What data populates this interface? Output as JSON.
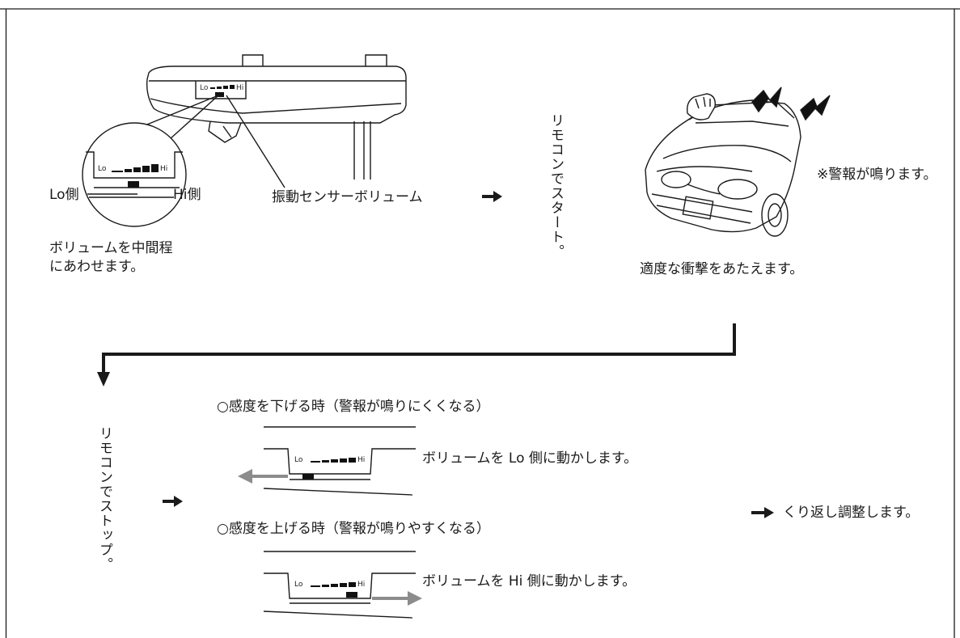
{
  "step1": {
    "sensor_label": "振動センサーボリューム",
    "lo_side": "Lo側",
    "hi_side": "Hi側",
    "instruction_line1": "ボリュームを中間程",
    "instruction_line2": "にあわせます。",
    "scale_lo": "Lo",
    "scale_hi": "Hi"
  },
  "step2": {
    "remote_start": "リモコンでスタート。",
    "impact_caption": "適度な衝撃をあたえます。",
    "alarm_note": "※警報が鳴ります。"
  },
  "step3": {
    "remote_stop": "リモコンでストップ。",
    "decrease_heading": "○感度を下げる時（警報が鳴りにくくなる）",
    "decrease_action": "ボリュームを Lo 側に動かします。",
    "increase_heading": "○感度を上げる時（警報が鳴りやすくなる）",
    "increase_action": "ボリュームを Hi 側に動かします。",
    "repeat": "くり返し調整します。",
    "scale_lo": "Lo",
    "scale_hi": "Hi"
  },
  "colors": {
    "line": "#1a1a1a",
    "knob": "#111111",
    "move_arrow": "#8c8c8c"
  }
}
